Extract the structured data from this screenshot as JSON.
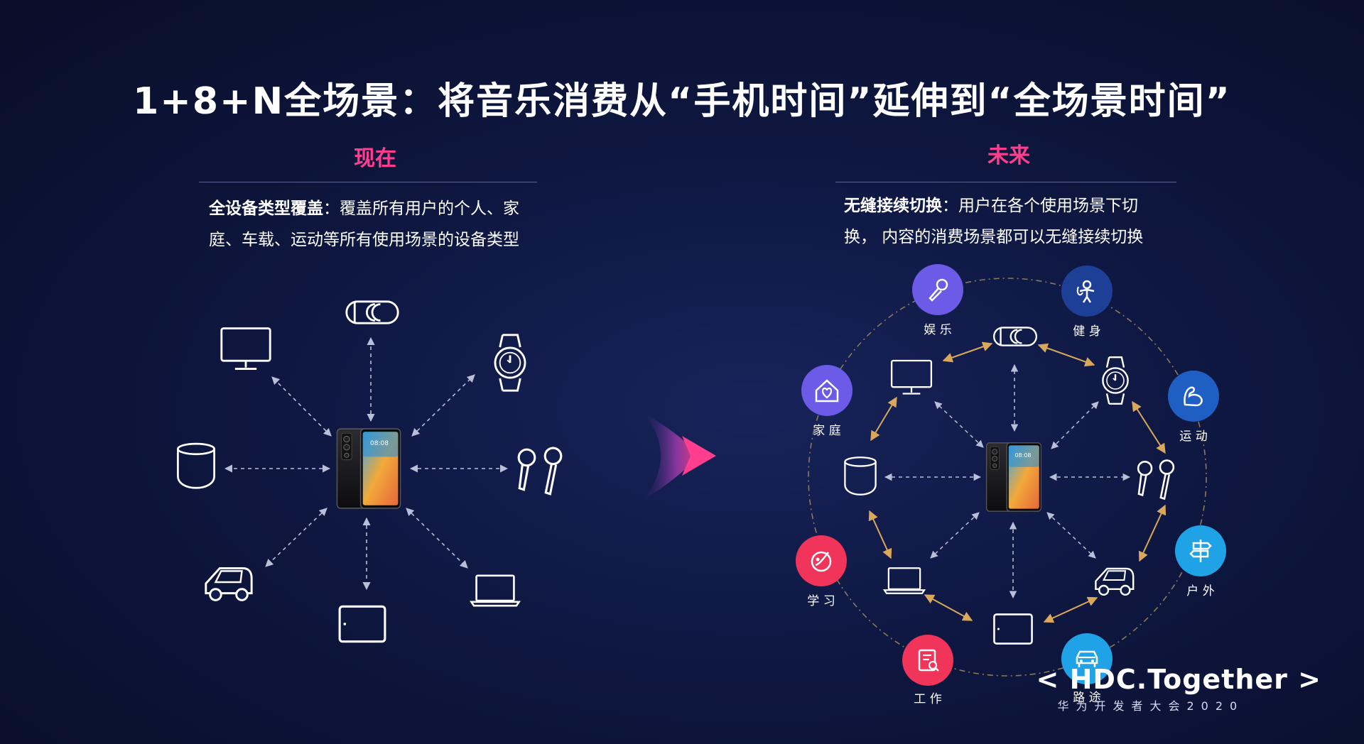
{
  "title": "1+8+N全场景：将音乐消费从“手机时间”延伸到“全场景时间”",
  "left": {
    "heading": "现在",
    "desc_bold": "全设备类型覆盖",
    "desc_line1": "：覆盖所有用户的个人、家",
    "desc_line2": "庭、车载、运动等所有使用场景的设备类型"
  },
  "right": {
    "heading": "未来",
    "desc_bold": "无缝接续切换",
    "desc_line1": "：用户在各个使用场景下切",
    "desc_line2": "换， 内容的消费场景都可以无缝接续切换"
  },
  "scenes": {
    "entertainment": "娱 乐",
    "fitness": "健 身",
    "home": "家 庭",
    "sport": "运 动",
    "outdoor": "户 外",
    "study": "学 习",
    "work": "工 作",
    "road": "路 途"
  },
  "phone_time": "08:08",
  "brand": {
    "logo": "< HDC.Together >",
    "sub": "华为开发者大会2020"
  },
  "colors": {
    "accent_pink": "#ff3e8e",
    "scene_purple": "#6b5be6",
    "scene_navy": "#1d3f96",
    "scene_blue": "#1f5fc4",
    "scene_cyan": "#1fa2e6",
    "scene_red": "#f0345a",
    "arrow_gold": "#d9a85a",
    "arrow_gray": "#b9bfd6"
  }
}
